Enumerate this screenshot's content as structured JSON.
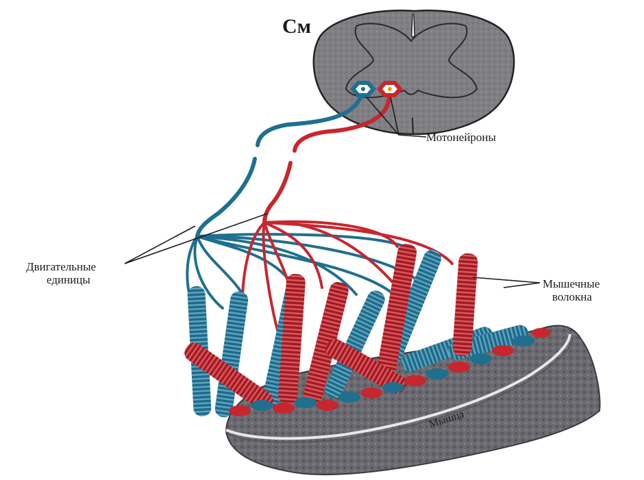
{
  "labels": {
    "spinal_cord": "См",
    "motoneurons": "Мотонейроны",
    "motor_units_line1": "Двигательные",
    "motor_units_line2": "единицы",
    "muscle_fibers_line1": "Мышечные",
    "muscle_fibers_line2": "волокна",
    "muscle": "Мышца"
  },
  "colors": {
    "unit_blue": "#1f6f8f",
    "unit_red": "#c8262e",
    "cord_gray": "#7f7f84",
    "muscle_gray": "#6a6a70",
    "line": "#1a1a1a"
  }
}
